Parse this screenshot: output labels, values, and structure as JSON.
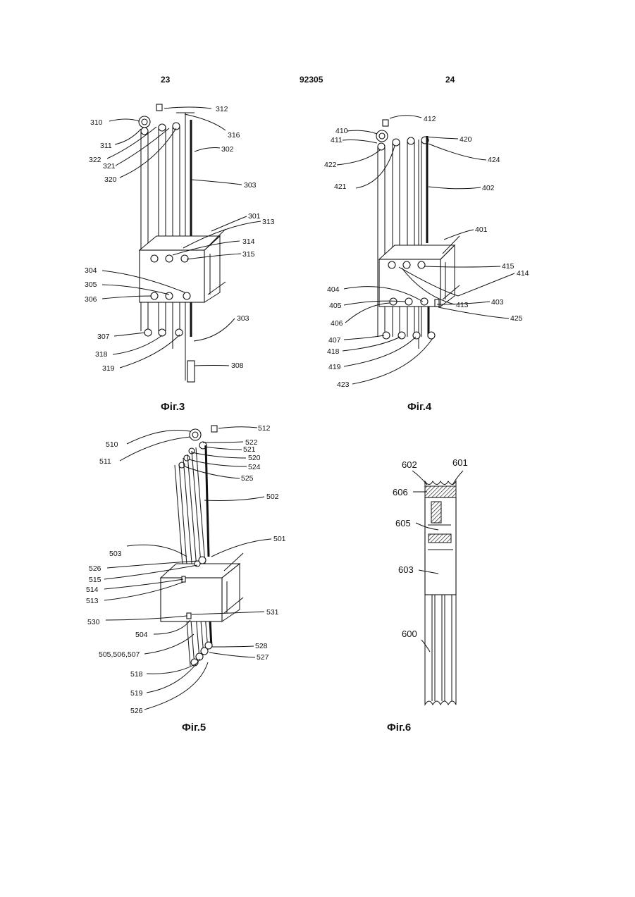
{
  "header": {
    "page_left": "23",
    "doc_number": "92305",
    "page_right": "24"
  },
  "figures": [
    {
      "caption": "Фіг.3",
      "labels": [
        "312",
        "310",
        "316",
        "311",
        "302",
        "322",
        "321",
        "320",
        "303",
        "301",
        "313",
        "314",
        "315",
        "304",
        "305",
        "306",
        "307",
        "303",
        "318",
        "319",
        "308"
      ]
    },
    {
      "caption": "Фіг.4",
      "labels": [
        "412",
        "410",
        "420",
        "411",
        "424",
        "422",
        "421",
        "402",
        "401",
        "415",
        "414",
        "404",
        "405",
        "413",
        "403",
        "406",
        "425",
        "407",
        "418",
        "419",
        "423"
      ]
    },
    {
      "caption": "Фіг.5",
      "labels": [
        "512",
        "510",
        "522",
        "511",
        "521",
        "520",
        "524",
        "525",
        "502",
        "503",
        "501",
        "526",
        "515",
        "514",
        "513",
        "531",
        "530",
        "504",
        "505,506,507",
        "528",
        "527",
        "518",
        "519",
        "526"
      ]
    },
    {
      "caption": "Фіг.6",
      "labels": [
        "602",
        "601",
        "606",
        "605",
        "603",
        "600"
      ]
    }
  ]
}
